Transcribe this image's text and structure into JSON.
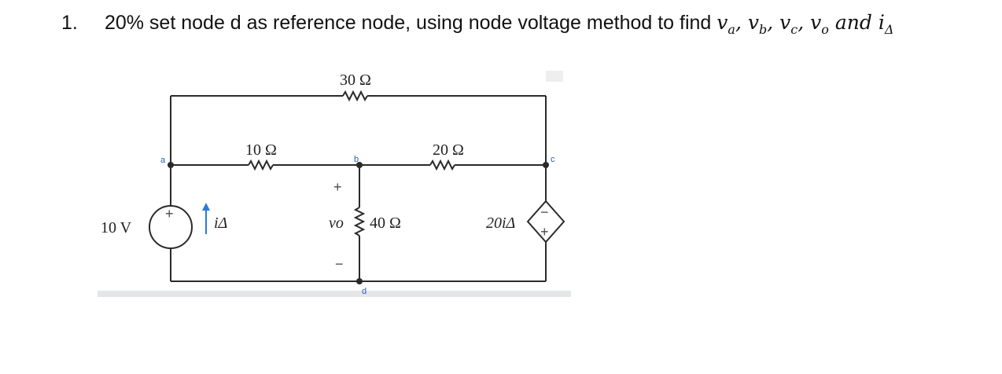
{
  "question": {
    "number": "1.",
    "text": "20% set node d as reference node, using node voltage method to find",
    "vars": [
      {
        "sym": "v",
        "sub": "a",
        "sep": ", "
      },
      {
        "sym": "v",
        "sub": "b",
        "sep": ", "
      },
      {
        "sym": "v",
        "sub": "c",
        "sep": ", "
      },
      {
        "sym": "v",
        "sub": "o",
        "sep": ""
      }
    ],
    "and_word": "and",
    "last_var": {
      "sym": "i",
      "sub": "Δ"
    }
  },
  "circuit": {
    "resistors": {
      "r_top": "30 Ω",
      "r_ab": "10 Ω",
      "r_bc": "20 Ω",
      "r_bd": "40 Ω"
    },
    "source": {
      "label": "10 V",
      "plus": "+"
    },
    "dependent_source": {
      "label": "20iΔ",
      "plus": "+",
      "minus": "−"
    },
    "current": {
      "label": "iΔ"
    },
    "vo": {
      "label": "vo",
      "plus": "+",
      "minus": "−"
    },
    "nodes": {
      "a": "a",
      "b": "b",
      "c": "c",
      "d": "d"
    },
    "colors": {
      "wire": "#2a2a2a",
      "node_label": "#1f5fbf",
      "current_arrow": "#2c7bd6",
      "bottom_bar": "#e4e6e8"
    }
  }
}
